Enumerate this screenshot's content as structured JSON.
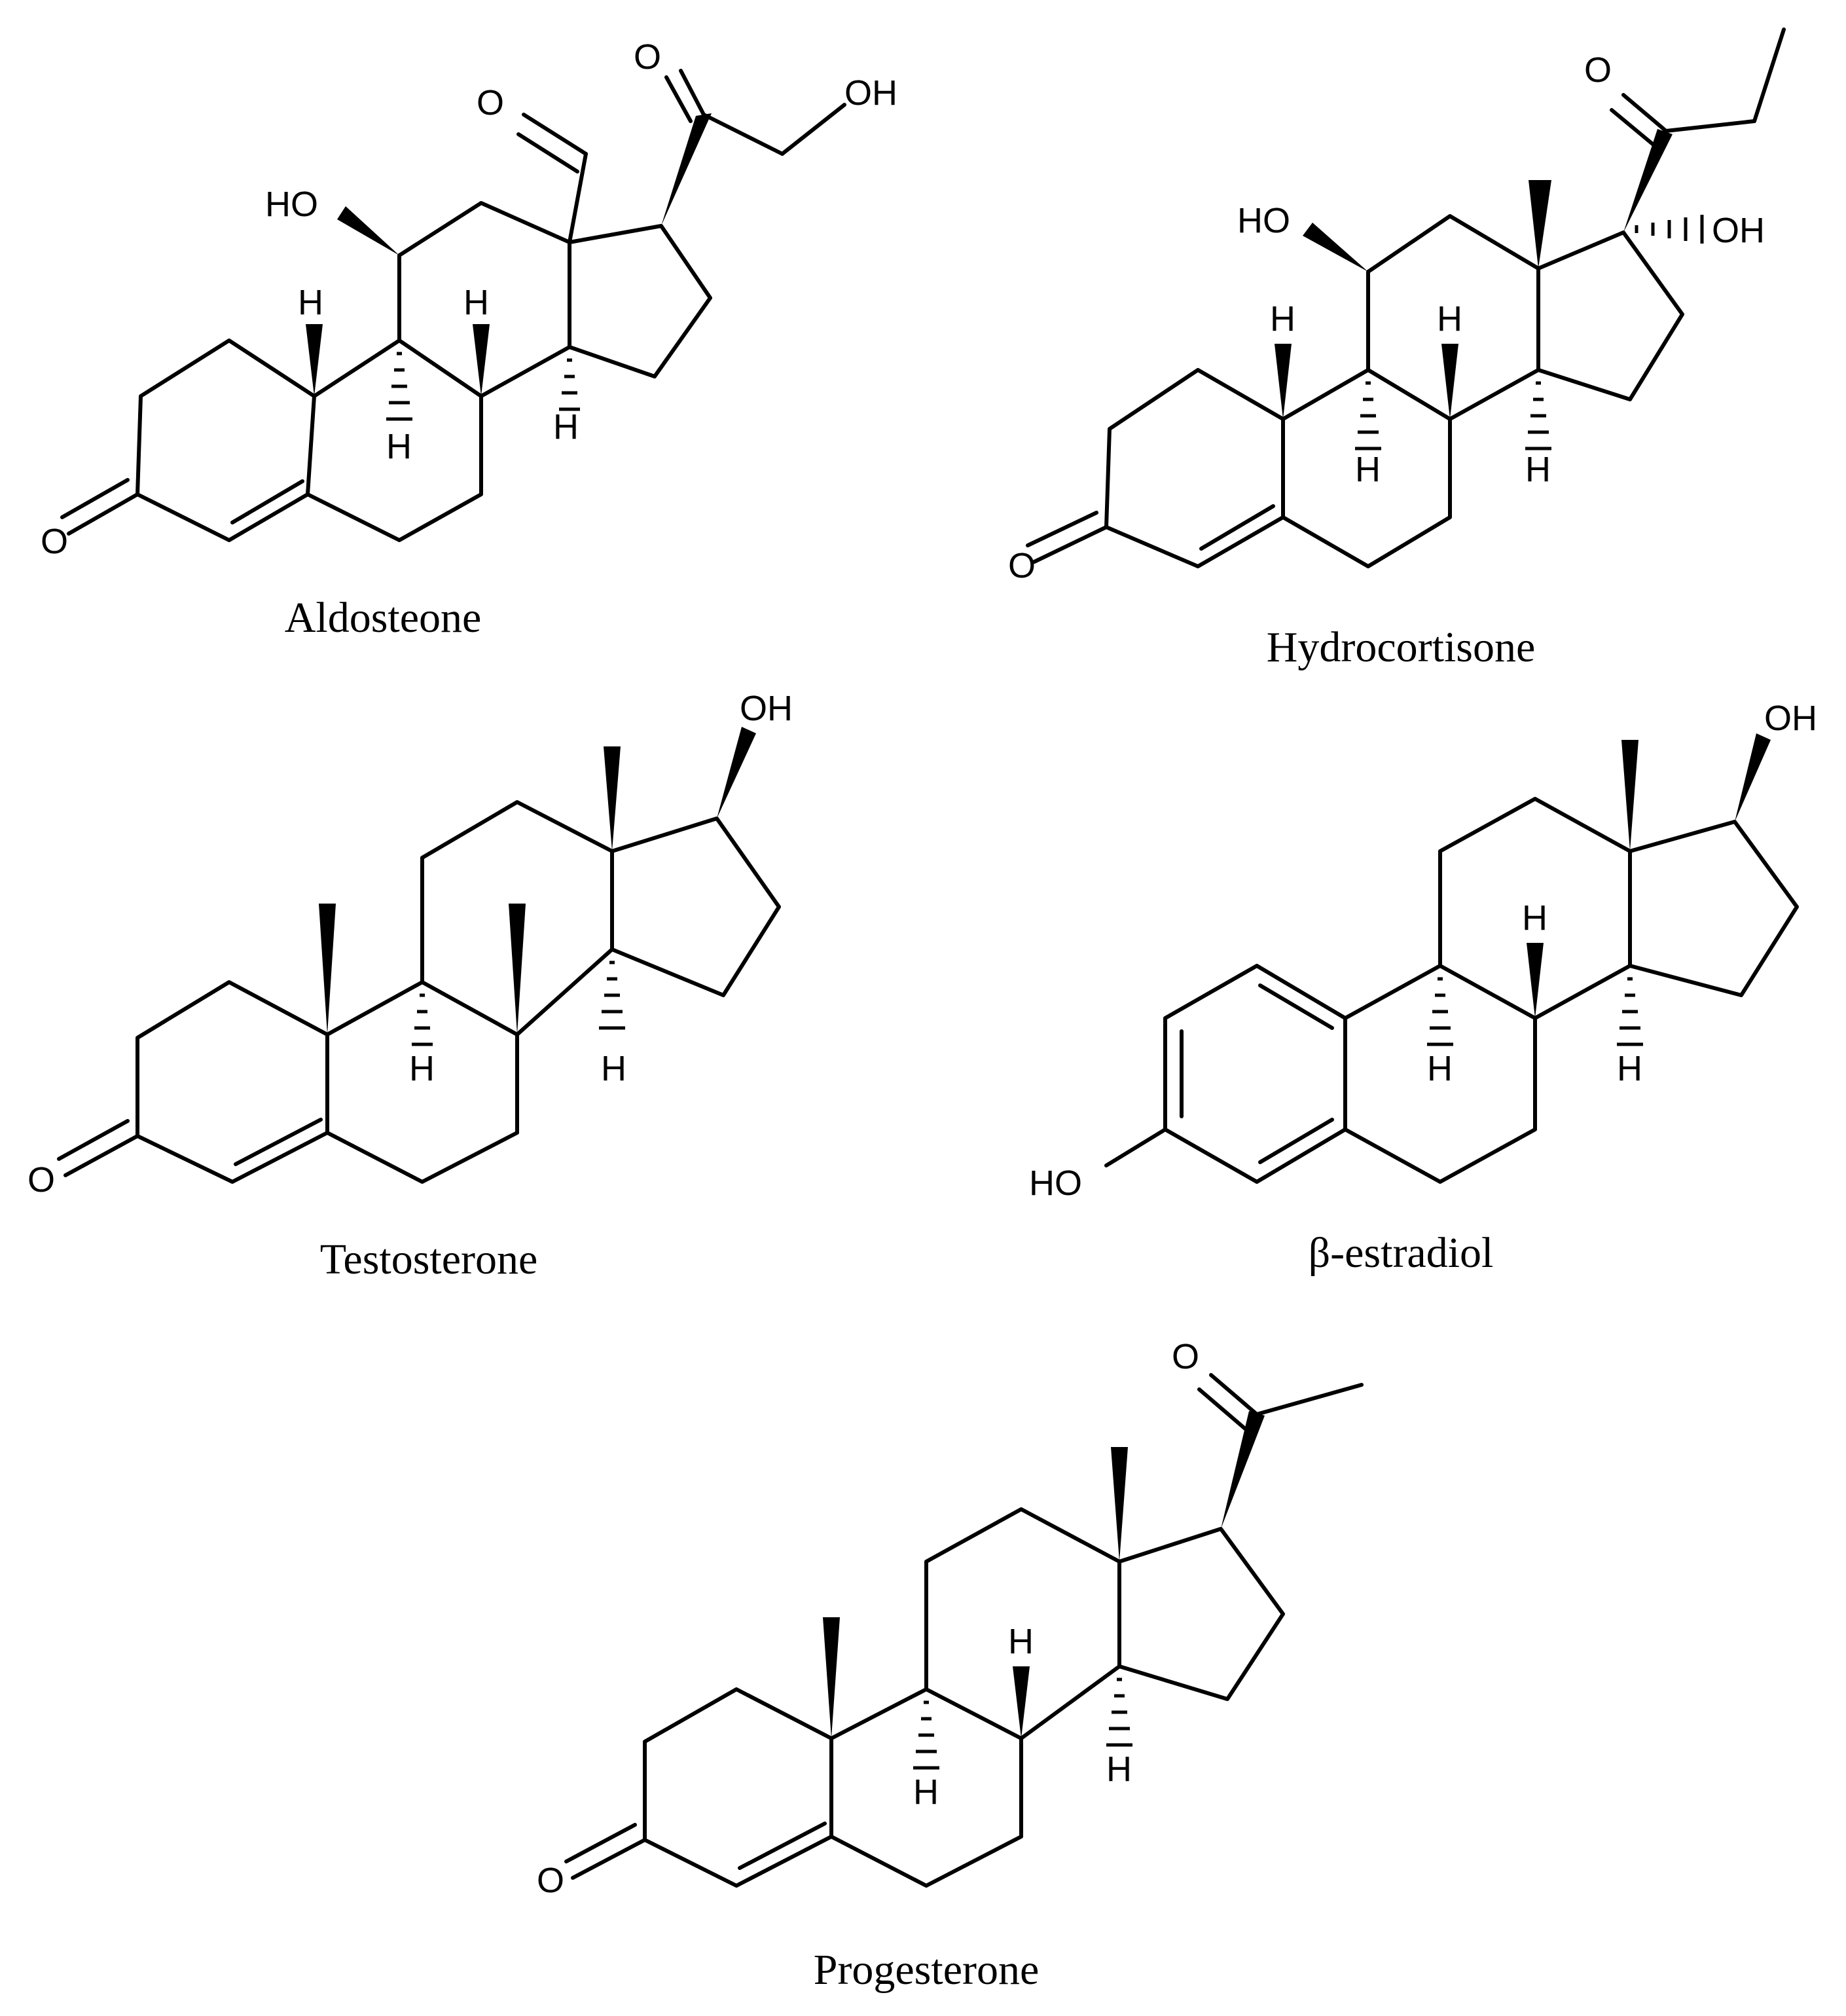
{
  "molecules": [
    {
      "name": "Aldosteone",
      "labels": {
        "ketone_o": "O",
        "hydroxyl_11": "HO",
        "aldehyde_o": "O",
        "side_chain_o": "O",
        "side_chain_oh": "OH",
        "h_9": "H",
        "h_8": "H",
        "h_14": "H",
        "h_10": "H"
      }
    },
    {
      "name": "Hydrocortisone",
      "labels": {
        "ketone_o": "O",
        "hydroxyl_11": "HO",
        "side_chain_o": "O",
        "hydroxyl_17": "OH",
        "h_9": "H",
        "h_8": "H",
        "h_14": "H",
        "h_10": "H"
      }
    },
    {
      "name": "Testosterone",
      "labels": {
        "ketone_o": "O",
        "hydroxyl_17": "OH",
        "h_9": "H",
        "h_14": "H"
      }
    },
    {
      "name": "β-estradiol",
      "labels": {
        "hydroxyl_3": "HO",
        "hydroxyl_17": "OH",
        "h_8": "H",
        "h_9": "H",
        "h_14": "H"
      }
    },
    {
      "name": "Progesterone",
      "labels": {
        "ketone_o": "O",
        "side_chain_o": "O",
        "h_8": "H",
        "h_9": "H",
        "h_14": "H"
      }
    }
  ],
  "colors": {
    "ink": "#000000",
    "background": "#ffffff"
  }
}
